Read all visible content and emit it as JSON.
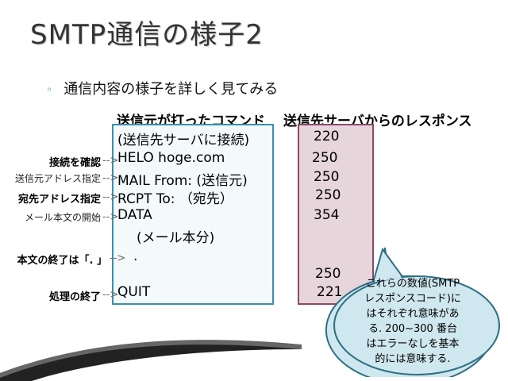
{
  "title": "SMTP通信の様子2",
  "bullet": {
    "icon": "ring-bullet-icon",
    "text": "通信内容の様子を詳しく見てみる"
  },
  "headers": {
    "commands": "送信元が打ったコマンド",
    "responses": "送信先サーバからのレスポンス"
  },
  "commands": [
    "(送信先サーバに接続)",
    "HELO hoge.com",
    "MAIL From: (送信元)",
    "RCPT To: （宛先）",
    "DATA",
    "(メール本分)",
    ".",
    "QUIT"
  ],
  "responses": [
    "220",
    "250",
    "250",
    "250",
    "354",
    "250",
    "221"
  ],
  "labels": [
    "接続を確認",
    "送信元アドレス指定",
    "宛先アドレス指定",
    "メール本文の開始",
    "本文の終了は「. 」",
    "処理の終了"
  ],
  "arrow": "-->",
  "callout": {
    "line1": "これらの数値(SMTP",
    "line2": "レスポンスコード)に",
    "line3": "はそれぞれ意味があ",
    "line4": "る. 200~300 番台",
    "line5": "はエラーなしを基本",
    "line6": "的には意味する."
  },
  "colors": {
    "command_box_border": "#3a8fb0",
    "response_box_fill": "#e7d5dc",
    "response_box_border": "#8a4a66",
    "callout_fill": "#cfe7ee",
    "callout_border": "#2e6f84"
  }
}
